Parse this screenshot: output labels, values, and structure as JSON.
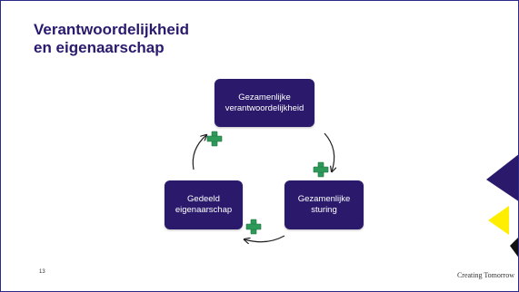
{
  "slide": {
    "title_line1": "Verantwoordelijkheid",
    "title_line2": "en eigenaarschap",
    "page_number": "13",
    "brand": "Creating Tomorrow"
  },
  "cycle": {
    "top": {
      "line1": "Gezamenlijke",
      "line2": "verantwoordelijkheid"
    },
    "right": {
      "line1": "Gezamenlijke",
      "line2": "sturing"
    },
    "left": {
      "line1": "Gedeeld",
      "line2": "eigenaarschap"
    }
  },
  "colors": {
    "box": "#2b1a6c",
    "title": "#2a1a6e",
    "plus": "#2e9a5a",
    "deco_navy": "#2b1a6c",
    "deco_yellow": "#ffee00",
    "deco_black": "#111111"
  },
  "icons": [
    "plus-icon",
    "cycle-arrow-icon"
  ]
}
